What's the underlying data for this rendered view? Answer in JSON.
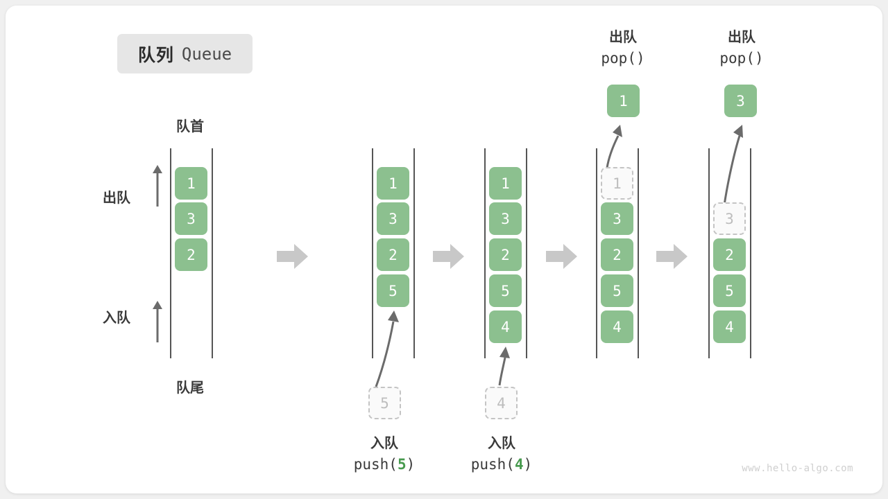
{
  "title": {
    "cn": "队列",
    "en": "Queue"
  },
  "labels": {
    "head": "队首",
    "tail": "队尾",
    "dequeue": "出队",
    "enqueue": "入队"
  },
  "watermark": "www.hello-algo.com",
  "colors": {
    "item_fill": "#8cc08f",
    "item_text": "#ffffff",
    "ghost_border": "#c4c4c4",
    "ghost_text": "#bdbdbd",
    "rail": "#555555",
    "arrow": "#6b6b6b",
    "block_arrow": "#c8c8c8",
    "code_accent": "#479a4e",
    "chip_bg": "#e6e6e6",
    "card_bg": "#ffffff",
    "page_bg": "#f0f0f0"
  },
  "stages": [
    {
      "name": "initial",
      "items": [
        "1",
        "3",
        "2"
      ],
      "ghost_index": null,
      "top_offset_rows": 0
    },
    {
      "name": "after-push-5",
      "items": [
        "1",
        "3",
        "2",
        "5"
      ],
      "ghost_index": null,
      "top_offset_rows": 0,
      "incoming": {
        "value": "5",
        "cn": "入队",
        "code_prefix": "push(",
        "code_num": "5",
        "code_suffix": ")"
      }
    },
    {
      "name": "after-push-4",
      "items": [
        "1",
        "3",
        "2",
        "5",
        "4"
      ],
      "ghost_index": null,
      "top_offset_rows": 0,
      "incoming": {
        "value": "4",
        "cn": "入队",
        "code_prefix": "push(",
        "code_num": "4",
        "code_suffix": ")"
      }
    },
    {
      "name": "pop-1",
      "items": [
        "1",
        "3",
        "2",
        "5",
        "4"
      ],
      "ghost_index": 0,
      "top_offset_rows": 0,
      "outgoing": {
        "value": "1",
        "cn": "出队",
        "code": "pop()"
      }
    },
    {
      "name": "pop-3",
      "items": [
        "3",
        "2",
        "5",
        "4"
      ],
      "ghost_index": 0,
      "top_offset_rows": 1,
      "outgoing": {
        "value": "3",
        "cn": "出队",
        "code": "pop()"
      }
    }
  ],
  "separators": [
    "arrow-right",
    "arrow-right",
    "arrow-right",
    "arrow-right"
  ]
}
